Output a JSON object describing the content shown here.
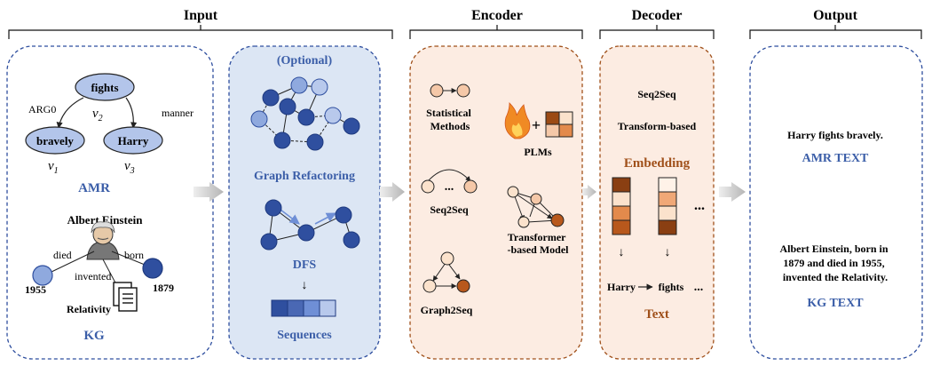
{
  "headers": {
    "input": "Input",
    "encoder": "Encoder",
    "decoder": "Decoder",
    "output": "Output"
  },
  "amr": {
    "root": "fights",
    "root_var": "v2",
    "edge_left": "ARG0",
    "edge_right": "manner",
    "left_node": "bravely",
    "left_var": "v1",
    "right_node": "Harry",
    "right_var": "v3",
    "caption": "AMR"
  },
  "kg": {
    "person": "Albert Einstein",
    "edge_died": "died",
    "edge_born": "born",
    "edge_invented": "invented",
    "year_died": "1955",
    "year_born": "1879",
    "work": "Relativity",
    "caption": "KG"
  },
  "optional": {
    "title": "(Optional)",
    "refactor_label": "Graph Refactoring",
    "dfs_label": "DFS",
    "arrow": "↓",
    "sequences_label": "Sequences"
  },
  "encoder": {
    "statistical": [
      "Statistical",
      "Methods"
    ],
    "plms": "PLMs",
    "plus": "+",
    "ellipsis": "...",
    "seq2seq": "Seq2Seq",
    "transformer": [
      "Transformer",
      "-based Model"
    ],
    "graph2seq": "Graph2Seq"
  },
  "decoder": {
    "seq2seq": "Seq2Seq",
    "transform": "Transform-based",
    "embedding": "Embedding",
    "dots": "...",
    "arrow": "↓",
    "tok1": "Harry",
    "tok2": "fights",
    "tok_dots": "...",
    "text_label": "Text"
  },
  "output": {
    "amr_sentence": "Harry fights bravely.",
    "amr_label": "AMR TEXT",
    "kg_sentence": [
      "Albert Einstein, born in",
      "1879 and died in 1955,",
      "invented the Relativity."
    ],
    "kg_label": "KG TEXT"
  },
  "colors": {
    "blue_dark": "#2f4f9f",
    "blue_light": "#8fa9de",
    "panel_blue": "#dce6f4",
    "panel_orange": "#fcece2",
    "orange_dark": "#a0501a",
    "label_blue": "#3b5ea8"
  }
}
